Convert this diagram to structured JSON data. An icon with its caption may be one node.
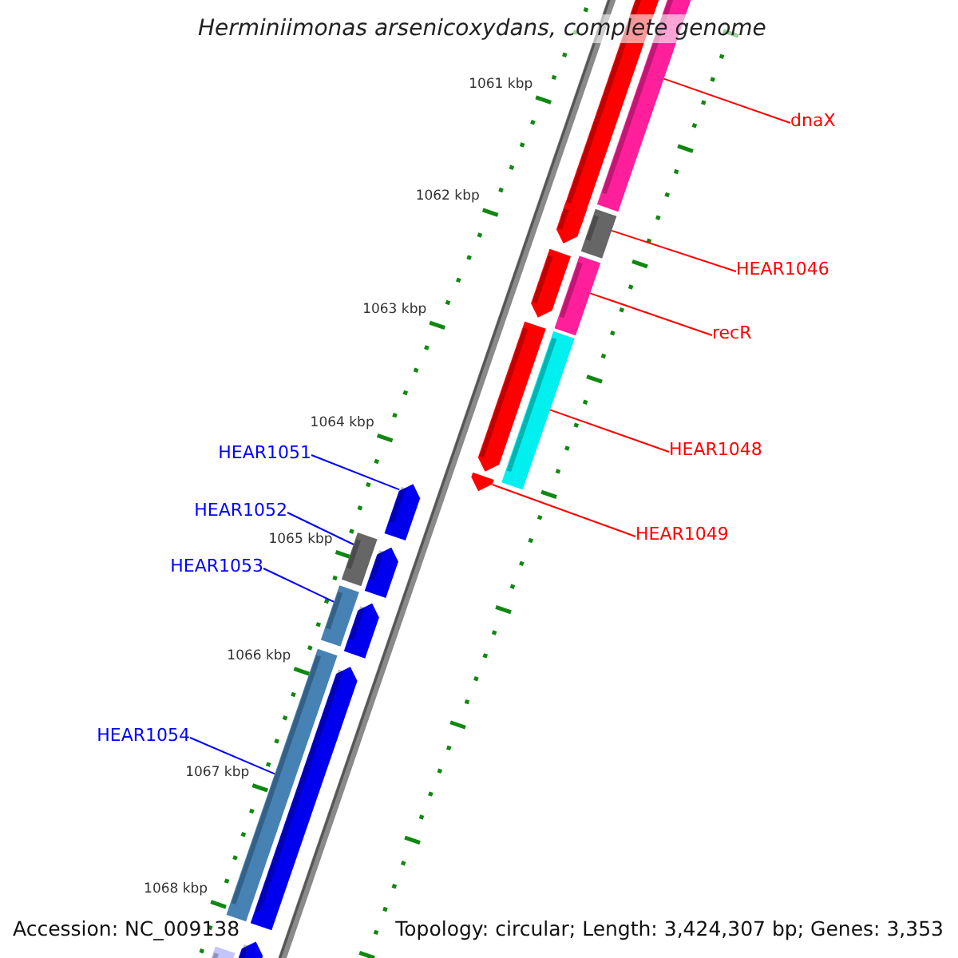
{
  "diagram": {
    "title": "Herminiimonas arsenicoxydans, complete genome",
    "nodes": [
      {
        "text": [
          "dnaX"
        ]
      },
      {
        "text": [
          "HEAR1046"
        ]
      },
      {
        "text": [
          "recR"
        ]
      },
      {
        "text": [
          "HEAR1048"
        ]
      },
      {
        "text": [
          "HEAR1049"
        ]
      },
      {
        "text": [
          "HEAR1051"
        ]
      },
      {
        "text": [
          "HEAR1052"
        ]
      },
      {
        "text": [
          "HEAR1053"
        ]
      },
      {
        "text": [
          "HEAR1054"
        ]
      },
      {
        "text": [],
        "shape": "bar"
      },
      {
        "text": [],
        "shape": "bar"
      },
      {
        "text": [],
        "shape": "bar"
      },
      {
        "text": [],
        "shape": "bar"
      },
      {
        "text": [],
        "shape": "pentagon"
      },
      {
        "text": [],
        "shape": "pentagon"
      },
      {
        "text": [],
        "shape": "bar"
      },
      {
        "text": [],
        "shape": "bar"
      },
      {
        "text": [],
        "shape": "bar"
      },
      {
        "text": [],
        "shape": "pentagon"
      },
      {
        "text": [],
        "shape": "pentagon"
      },
      {
        "text": [],
        "shape": "pentagon"
      },
      {
        "text": [],
        "shape": "pentagon"
      },
      {
        "text": [],
        "shape": "pentagon"
      },
      {
        "text": [],
        "shape": "pentagon"
      },
      {
        "text": [],
        "shape": "pentagon"
      },
      {
        "text": [],
        "shape": "bar"
      },
      {
        "text": [],
        "shape": "pentagon"
      }
    ],
    "edges": [
      {
        "from": 0,
        "to": 9,
        "arrow": "none"
      },
      {
        "from": 1,
        "to": 10,
        "arrow": "none"
      },
      {
        "from": 2,
        "to": 11,
        "arrow": "none"
      },
      {
        "from": 3,
        "to": 12,
        "arrow": "none"
      },
      {
        "from": 4,
        "to": 13,
        "arrow": "none"
      },
      {
        "from": 5,
        "to": 14,
        "arrow": "none",
        "color": "#0000ff"
      },
      {
        "from": 6,
        "to": 15,
        "arrow": "none",
        "color": "#0000ff"
      },
      {
        "from": 7,
        "to": 16,
        "arrow": "none",
        "color": "#0000ff"
      },
      {
        "from": 8,
        "to": 17,
        "arrow": "none",
        "color": "#0000ff"
      }
    ],
    "labels": [
      "1061 kbp",
      "1062 kbp",
      "1063 kbp",
      "1064 kbp",
      "1065 kbp",
      "1066 kbp",
      "1067 kbp",
      "1068 kbp",
      "Accession: NC_009138",
      "Topology: circular; Length: 3,424,307 bp; Genes: 3,353"
    ]
  }
}
